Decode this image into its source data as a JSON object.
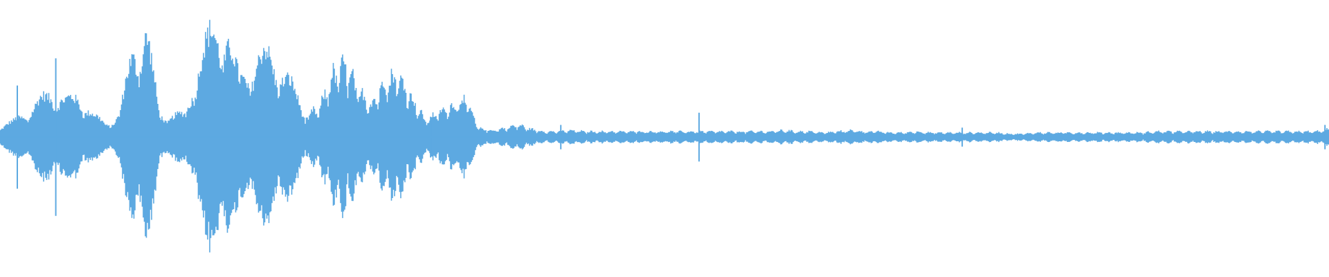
{
  "waveform": {
    "color": "#5DA9E1",
    "background": "#FFFFFF",
    "amplitude_envelope": [
      0.1,
      0.14,
      0.22,
      0.33,
      0.4,
      0.33,
      0.36,
      0.2,
      0.12,
      0.2,
      0.78,
      0.97,
      0.2,
      0.2,
      0.2,
      0.72,
      0.93,
      0.98,
      0.5,
      0.65,
      0.75,
      0.65,
      0.45,
      0.2,
      0.25,
      0.55,
      0.65,
      0.4,
      0.3,
      0.52,
      0.55,
      0.35,
      0.15,
      0.22,
      0.28,
      0.35,
      0.08,
      0.06,
      0.08,
      0.11,
      0.07,
      0.05,
      0.05,
      0.06,
      0.05,
      0.05,
      0.05,
      0.05,
      0.05,
      0.05,
      0.05,
      0.05,
      0.05,
      0.05,
      0.05,
      0.05,
      0.05,
      0.05,
      0.05,
      0.06,
      0.05,
      0.05,
      0.04,
      0.05,
      0.06,
      0.05,
      0.05,
      0.04,
      0.04,
      0.05,
      0.04,
      0.04,
      0.04,
      0.04,
      0.04,
      0.04,
      0.03,
      0.03,
      0.04,
      0.04,
      0.04,
      0.04,
      0.04,
      0.04,
      0.04,
      0.04,
      0.04,
      0.05,
      0.05,
      0.05,
      0.05,
      0.05,
      0.05,
      0.05,
      0.05,
      0.05,
      0.05,
      0.05,
      0.05,
      0.05,
      0.07
    ],
    "transients": [
      {
        "position": 0.013,
        "amplitude": 0.38
      },
      {
        "position": 0.042,
        "amplitude": 0.58
      },
      {
        "position": 0.324,
        "amplitude": 0.15
      },
      {
        "position": 0.422,
        "amplitude": 0.09
      },
      {
        "position": 0.526,
        "amplitude": 0.18
      },
      {
        "position": 0.724,
        "amplitude": 0.07
      },
      {
        "position": 0.997,
        "amplitude": 0.09
      }
    ]
  }
}
